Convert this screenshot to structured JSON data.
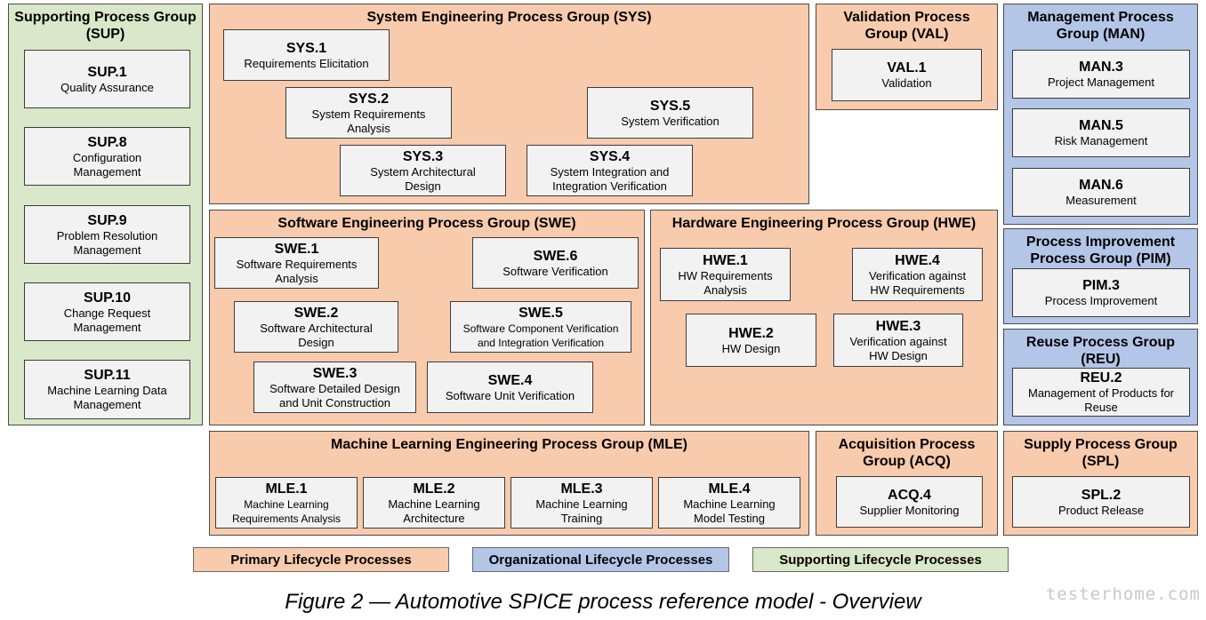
{
  "groups": {
    "sup": {
      "title": "Supporting Process Group\n(SUP)"
    },
    "sys": {
      "title": "System Engineering Process Group (SYS)"
    },
    "val": {
      "title": "Validation Process\nGroup (VAL)"
    },
    "man": {
      "title": "Management Process\nGroup (MAN)"
    },
    "swe": {
      "title": "Software Engineering Process Group (SWE)"
    },
    "hwe": {
      "title": "Hardware Engineering Process Group (HWE)"
    },
    "pim": {
      "title": "Process Improvement\nProcess Group (PIM)"
    },
    "reu": {
      "title": "Reuse Process Group\n(REU)"
    },
    "mle": {
      "title": "Machine Learning Engineering Process Group (MLE)"
    },
    "acq": {
      "title": "Acquisition Process\nGroup (ACQ)"
    },
    "spl": {
      "title": "Supply Process Group\n(SPL)"
    }
  },
  "processes": {
    "sup1": {
      "id": "SUP.1",
      "name": "Quality Assurance"
    },
    "sup8": {
      "id": "SUP.8",
      "name": "Configuration\nManagement"
    },
    "sup9": {
      "id": "SUP.9",
      "name": "Problem Resolution\nManagement"
    },
    "sup10": {
      "id": "SUP.10",
      "name": "Change Request\nManagement"
    },
    "sup11": {
      "id": "SUP.11",
      "name": "Machine Learning Data\nManagement"
    },
    "sys1": {
      "id": "SYS.1",
      "name": "Requirements Elicitation"
    },
    "sys2": {
      "id": "SYS.2",
      "name": "System Requirements\nAnalysis"
    },
    "sys3": {
      "id": "SYS.3",
      "name": "System Architectural\nDesign"
    },
    "sys4": {
      "id": "SYS.4",
      "name": "System Integration and\nIntegration Verification"
    },
    "sys5": {
      "id": "SYS.5",
      "name": "System Verification"
    },
    "val1": {
      "id": "VAL.1",
      "name": "Validation"
    },
    "man3": {
      "id": "MAN.3",
      "name": "Project Management"
    },
    "man5": {
      "id": "MAN.5",
      "name": "Risk Management"
    },
    "man6": {
      "id": "MAN.6",
      "name": "Measurement"
    },
    "swe1": {
      "id": "SWE.1",
      "name": "Software Requirements\nAnalysis"
    },
    "swe2": {
      "id": "SWE.2",
      "name": "Software Architectural\nDesign"
    },
    "swe3": {
      "id": "SWE.3",
      "name": "Software Detailed Design\nand Unit Construction"
    },
    "swe4": {
      "id": "SWE.4",
      "name": "Software Unit Verification"
    },
    "swe5": {
      "id": "SWE.5",
      "name": "Software Component Verification\nand Integration Verification"
    },
    "swe6": {
      "id": "SWE.6",
      "name": "Software Verification"
    },
    "hwe1": {
      "id": "HWE.1",
      "name": "HW Requirements\nAnalysis"
    },
    "hwe2": {
      "id": "HWE.2",
      "name": "HW Design"
    },
    "hwe3": {
      "id": "HWE.3",
      "name": "Verification against\nHW Design"
    },
    "hwe4": {
      "id": "HWE.4",
      "name": "Verification against\nHW Requirements"
    },
    "pim3": {
      "id": "PIM.3",
      "name": "Process Improvement"
    },
    "reu2": {
      "id": "REU.2",
      "name": "Management of Products for\nReuse"
    },
    "mle1": {
      "id": "MLE.1",
      "name": "Machine Learning\nRequirements Analysis"
    },
    "mle2": {
      "id": "MLE.2",
      "name": "Machine Learning\nArchitecture"
    },
    "mle3": {
      "id": "MLE.3",
      "name": "Machine Learning\nTraining"
    },
    "mle4": {
      "id": "MLE.4",
      "name": "Machine Learning\nModel Testing"
    },
    "acq4": {
      "id": "ACQ.4",
      "name": "Supplier Monitoring"
    },
    "spl2": {
      "id": "SPL.2",
      "name": "Product Release"
    }
  },
  "legend": {
    "primary": "Primary Lifecycle Processes",
    "organizational": "Organizational Lifecycle Processes",
    "supporting": "Supporting Lifecycle Processes"
  },
  "colors": {
    "primary": "#f8cbad",
    "organizational": "#b4c6e7",
    "supporting": "#d9e8c8",
    "process_box": "#f2f2f2"
  },
  "caption": "Figure 2 — Automotive SPICE process reference model - Overview",
  "watermark": "testerhome.com"
}
